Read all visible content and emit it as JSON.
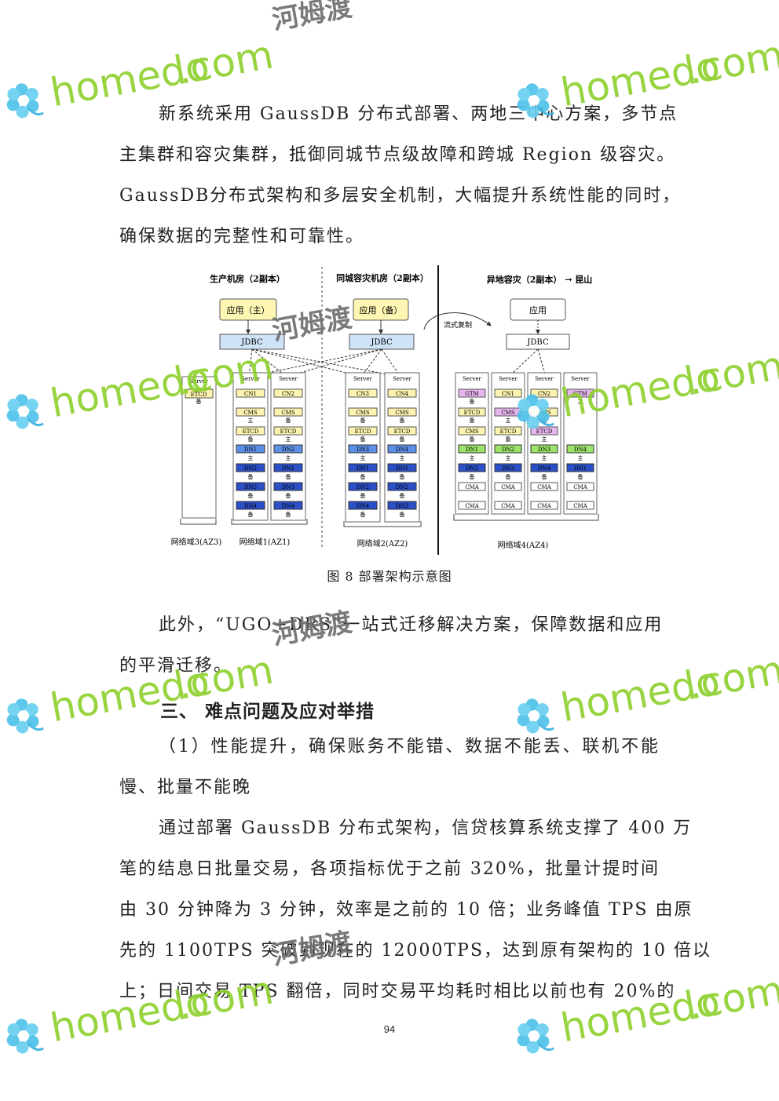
{
  "paragraphs": [
    {
      "lines": [
        "新系统采用 GaussDB 分布式部署、两地三中心方案，多节点",
        "主集群和容灾集群，抵御同城节点级故障和跨城 Region 级容灾。",
        "GaussDB分布式架构和多层安全机制，大幅提升系统性能的同时，",
        "确保数据的完整性和可靠性。"
      ]
    },
    {
      "lines": [
        "此外，“UGO+DRS”一站式迁移解决方案，保障数据和应用",
        "的平滑迁移。"
      ]
    },
    {
      "lines": [
        "（1）性能提升，确保账务不能错、数据不能丢、联机不能",
        "慢、批量不能晚"
      ]
    },
    {
      "lines": [
        "通过部署 GaussDB 分布式架构，信贷核算系统支撑了 400 万",
        "笔的结息日批量交易，各项指标优于之前 320%，批量计提时间",
        "由 30 分钟降为 3 分钟，效率是之前的 10 倍；业务峰值 TPS 由原",
        "先的 1100TPS 突破到现在的 12000TPS，达到原有架构的 10 倍以",
        "上；日间交易 TPS 翻倍，同时交易平均耗时相比以前也有 20%的"
      ]
    }
  ],
  "section_heading": "三、 难点问题及应对举措",
  "figure_caption": "图 8  部署架构示意图",
  "page_number": "94",
  "figure": {
    "site_prod": "生产机房（2副本）",
    "site_dr_local": "同城容灾机房（2副本）",
    "site_dr_remote": "异地容灾（2副本） → 昆山",
    "app_primary": "应用（主）",
    "app_standby": "应用（备）",
    "app_remote": "应用",
    "jdbc": "JDBC",
    "stream_replication": "流式复制",
    "server_label": "Server",
    "zone_az3": "网络域3(AZ3)",
    "zone_az1": "网络域1(AZ1)",
    "zone_az2": "网络域2(AZ2)",
    "zone_az4": "网络域4(AZ4)",
    "comp": {
      "cn1": "CN1",
      "cn2": "CN2",
      "cn3": "CN3",
      "cn4": "CN4",
      "cms": "CMS",
      "etcd": "ETCD",
      "gtm": "GTM",
      "cma": "CMA",
      "dn1": "DN1",
      "dn2": "DN2",
      "dn3": "DN3",
      "dn4": "DN4",
      "primary": "主",
      "standby": "备"
    },
    "colors": {
      "app": "#fdf7b3",
      "jdbc": "#cfe2f7",
      "cn": "#fdf3b0",
      "dn_light": "#5c8fe6",
      "dn_dark": "#2b4fc6",
      "dn_green": "#9be36a",
      "gtm": "#e8b6ee"
    }
  },
  "watermark": {
    "brand": "homedo",
    "dot_com": ".com",
    "cn_name": "河姆渡"
  }
}
